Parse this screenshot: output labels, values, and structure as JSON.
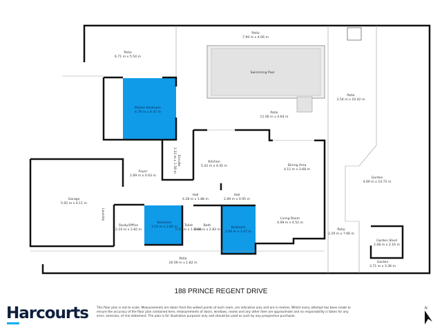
{
  "address": "188 PRINCE REGENT DRIVE",
  "brand": {
    "name": "Harcourts",
    "color": "#0d1f3c",
    "accent": "#00aeef"
  },
  "highlight_color": "#0f9be8",
  "north_label": "N",
  "disclaimer": "This floor plan is not to scale. Measurements are taken from the widest points of each room, are indicative only and are in metres. Whilst every attempt has been made to ensure the accuracy of the floor plan contained here, measurements of doors, windows, rooms and any other item are approximate and no responsibility is taken for any error, omission, of mis-statement. The plan is for illustrative purposes only and should be used as such by any prospective purchaser.",
  "rooms": [
    {
      "name": "Patio",
      "size": "6.71 m x 5.54 m"
    },
    {
      "name": "Patio",
      "size": "7.90 m x 4.06 m"
    },
    {
      "name": "Swimming Pool",
      "size": ""
    },
    {
      "name": "Master Bedroom",
      "size": "4.79 m x 4.47 m"
    },
    {
      "name": "Patio",
      "size": "11.06 m x 4.64 m"
    },
    {
      "name": "Patio",
      "size": "3.54 m x 10.42 m"
    },
    {
      "name": "Kitchen",
      "size": "5.42 m x 4.45 m"
    },
    {
      "name": "Ensuite",
      "size": "2.32 m x 1.58 m"
    },
    {
      "name": "Foyer",
      "size": "2.89 m x 4.63 m"
    },
    {
      "name": "Garage",
      "size": "5.92 m x 6.11 m"
    },
    {
      "name": "Dining Area",
      "size": "4.11 m x 3.68 m"
    },
    {
      "name": "Garden",
      "size": "4.69 m x 14.72 m"
    },
    {
      "name": "Hall",
      "size": "4.28 m x 1.88 m"
    },
    {
      "name": "Hall",
      "size": "2.89 m x 0.95 m"
    },
    {
      "name": "Living Room",
      "size": "4.98 m x 4.52 m"
    },
    {
      "name": "Bedroom",
      "size": "3.10 m x 2.82 m"
    },
    {
      "name": "Bedroom",
      "size": "2.60 m x 3.47 m"
    },
    {
      "name": "Study/Office",
      "size": "2.10 m x 2.82 m"
    },
    {
      "name": "Toilet",
      "size": "0.97 m x 1.89 m"
    },
    {
      "name": "Bath",
      "size": "1.86 m x 2.82 m"
    },
    {
      "name": "Laundry",
      "size": ""
    },
    {
      "name": "Patio",
      "size": "2.29 m x 7.66 m"
    },
    {
      "name": "Garden Shed",
      "size": "2.08 m x 2.16 m"
    },
    {
      "name": "Garden",
      "size": "3.71 m x 3.36 m"
    },
    {
      "name": "Patio",
      "size": "20.09 m x 1.82 m"
    }
  ]
}
